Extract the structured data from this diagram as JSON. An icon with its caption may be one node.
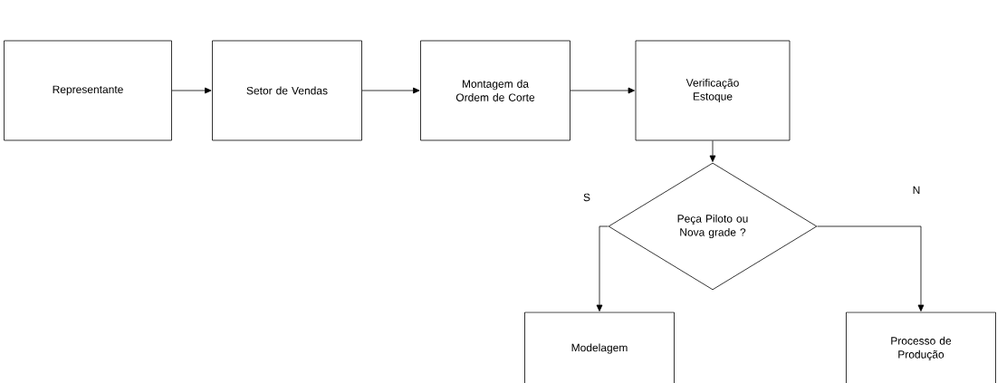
{
  "diagram": {
    "nodes": [
      {
        "text": [
          "Representante"
        ]
      },
      {
        "text": [
          "Setor de Vendas"
        ]
      },
      {
        "text": [
          "Montagem da Ordem de Corte"
        ]
      },
      {
        "text": [
          "Verificação Estoque"
        ]
      },
      {
        "text": [
          "Peça Piloto ou Nova grade ?"
        ]
      },
      {
        "text": [
          "Modelagem"
        ]
      },
      {
        "text": [
          "Processo de Produção"
        ]
      }
    ],
    "edges": [
      {
        "from": 0,
        "to": 1,
        "arrow": "to"
      },
      {
        "from": 1,
        "to": 2,
        "arrow": "to"
      },
      {
        "from": 2,
        "to": 3,
        "arrow": "to"
      },
      {
        "from": 3,
        "to": 4,
        "arrow": "to"
      },
      {
        "from": 4,
        "to": 5,
        "arrow": "to",
        "label": "S"
      },
      {
        "from": 4,
        "to": 6,
        "arrow": "to",
        "label": "N"
      }
    ]
  }
}
